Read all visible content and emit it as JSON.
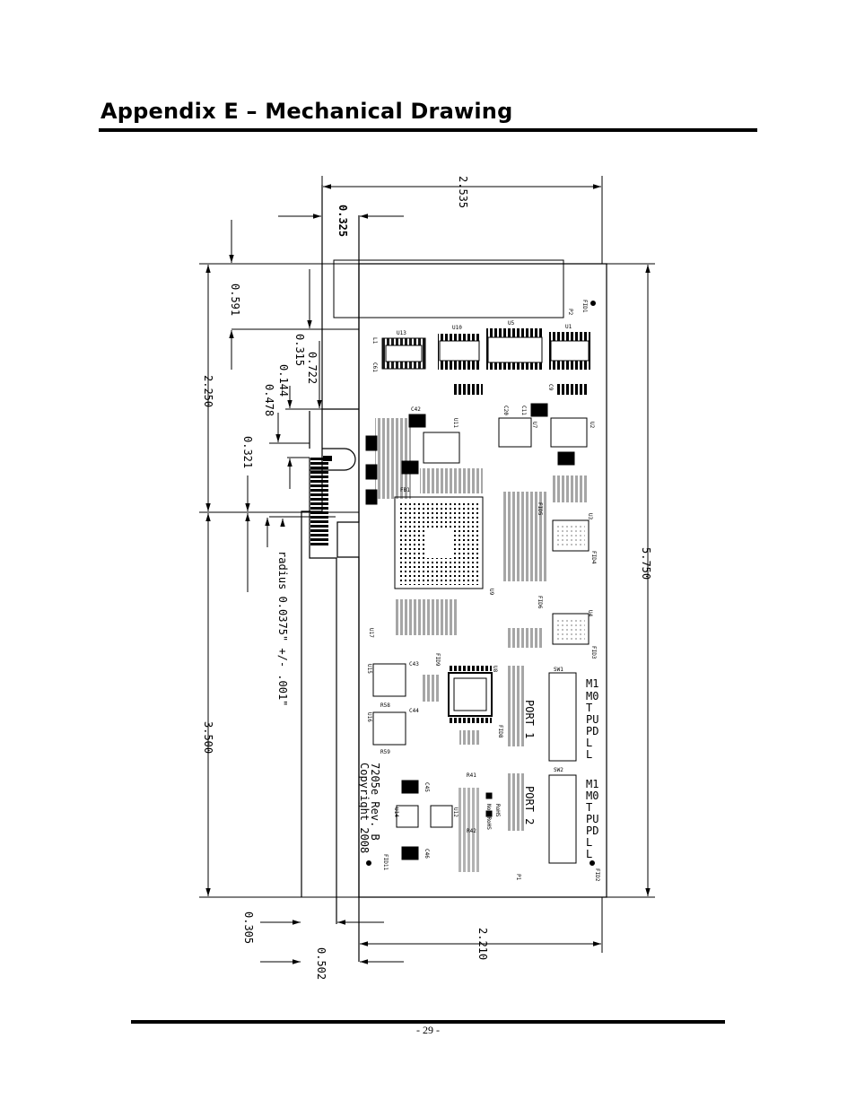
{
  "page": {
    "title": "Appendix E – Mechanical Drawing",
    "page_number": "- 29 -"
  },
  "dimensions": {
    "top_width": "2.535",
    "bracket_offset": "0.325",
    "left_top": "0.591",
    "slot_a": "0.315",
    "slot_b": "0.722",
    "slot_c": "0.144",
    "slot_d": "0.478",
    "left_upper": "2.250",
    "slot_e": "0.321",
    "radius_note": "radius 0.0375\" +/- .001\"",
    "left_lower": "3.500",
    "bottom_left": "0.305",
    "bottom_offset": "0.502",
    "bottom_width": "2.210",
    "height": "5.750"
  },
  "silkscreen": {
    "product": "7205e Rev. B",
    "copyright": "Copyright 2008",
    "port1": "PORT 1",
    "port2": "PORT 2",
    "rohs": "RoHS",
    "non_rohs": "Non-RoHS",
    "sw1": "SW1",
    "sw2": "SW2",
    "switch_labels": [
      "M1",
      "M0",
      "T",
      "PU",
      "PD",
      "L",
      "L"
    ],
    "components": {
      "u13": "U13",
      "u10": "U10",
      "u5": "U5",
      "u1": "U1",
      "u11": "U11",
      "u7": "U7",
      "u2": "U2",
      "u3": "U3",
      "u4": "U4",
      "u9": "U9",
      "u8": "U8",
      "u15": "U15",
      "u16": "U16",
      "u17": "U17",
      "u14": "U14",
      "u12": "U12",
      "fd1": "FID1",
      "fd2": "FID2",
      "fd3": "FID3",
      "fd4": "FID4",
      "fd5": "FID5",
      "fd6": "FID6",
      "fd8": "FID8",
      "fd9": "FID9",
      "fd11": "FID11",
      "l1": "L1",
      "c61": "C61",
      "c42": "C42",
      "c20": "C20",
      "c11": "C11",
      "c9": "C9",
      "c43": "C43",
      "c44": "C44",
      "c45": "C45",
      "c46": "C46",
      "r58": "R58",
      "r59": "R59",
      "r41": "R41",
      "r42": "R42",
      "p1": "P1",
      "p2": "P2",
      "fb1": "FB1"
    }
  }
}
